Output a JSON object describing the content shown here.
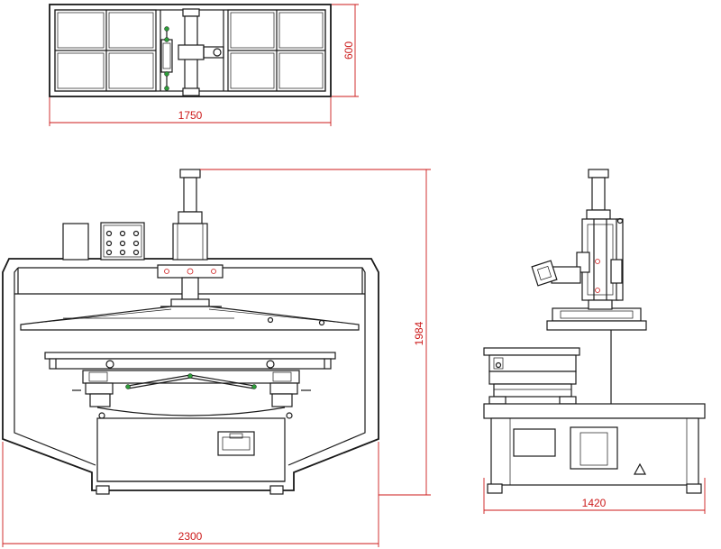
{
  "colors": {
    "outline": "#1a1a1a",
    "dimension": "#cc1a1a",
    "accent": "#2e9c3a",
    "background": "#ffffff"
  },
  "dimensions": {
    "top_width": "1750",
    "top_depth": "600",
    "front_height": "1984",
    "front_width": "2300",
    "side_width": "1420"
  }
}
